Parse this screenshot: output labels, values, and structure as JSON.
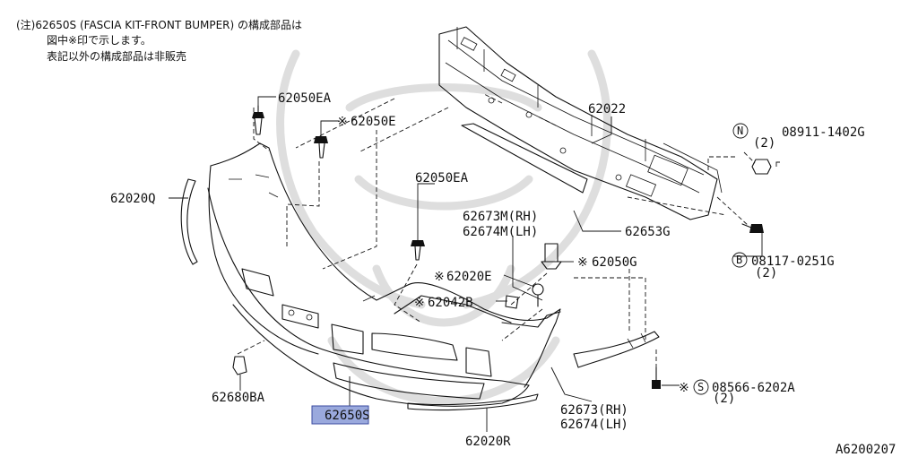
{
  "notes": {
    "line1": "(注)62650S (FASCIA KIT-FRONT BUMPER) の構成部品は",
    "line2": "図中※印で示します。",
    "line3": "表記以外の構成部品は非販売"
  },
  "labels": {
    "p62050EA_top": "62050EA",
    "p62050E": "62050E",
    "p62022": "62022",
    "p62020Q": "62020Q",
    "p62050EA_mid": "62050EA",
    "p62673M": "62673M(RH)",
    "p62674M": "62674M(LH)",
    "p62653G": "62653G",
    "p62050G": "62050G",
    "p62020E": "62020E",
    "p62042B": "62042B",
    "p08911": "08911-1402G",
    "p08911_qty": "(2)",
    "p08117": "08117-0251G",
    "p08117_qty": "(2)",
    "p08566": "08566-6202A",
    "p08566_qty": "(2)",
    "p62680BA": "62680BA",
    "p62650S": "62650S",
    "p62020R": "62020R",
    "p62673": "62673(RH)",
    "p62674": "62674(LH)",
    "diagram_id": "A6200207"
  },
  "symbols": {
    "asterisk": "※",
    "circle_n": "N",
    "circle_b": "B",
    "circle_s": "S"
  },
  "highlight": {
    "part": "62650S",
    "color": "#9aa9dd"
  }
}
